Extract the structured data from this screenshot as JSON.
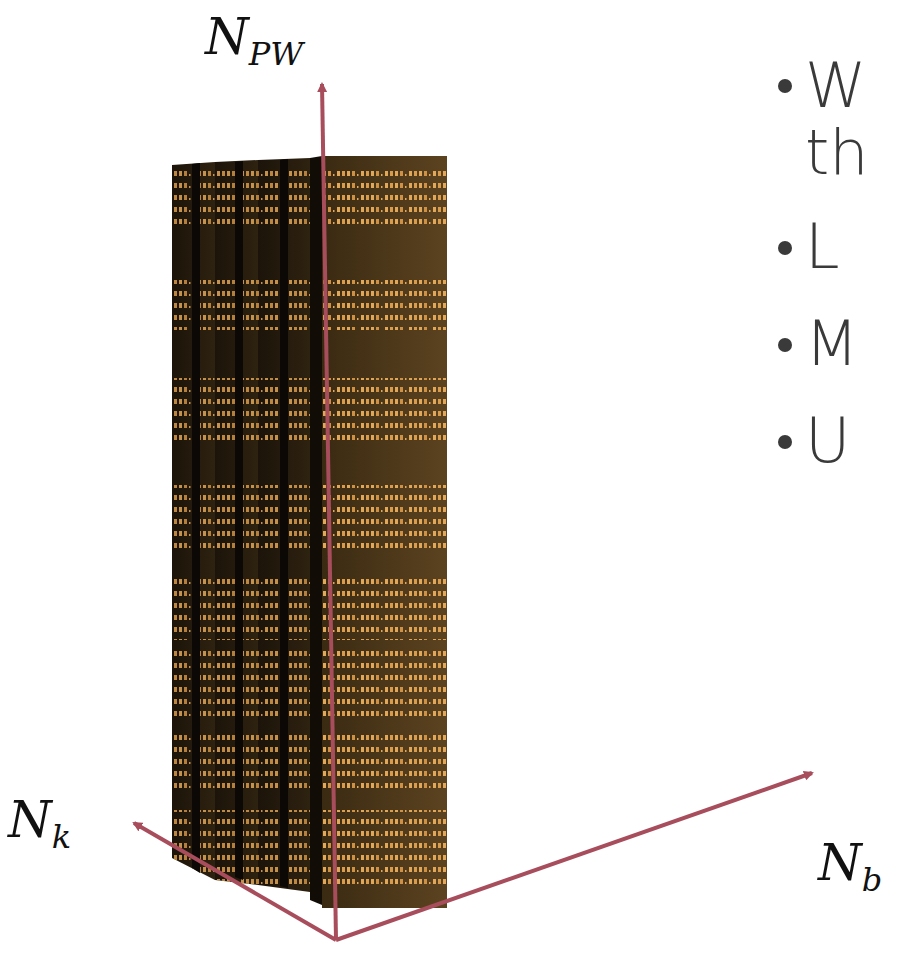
{
  "diagram": {
    "labels": [
      "N",
      "PW",
      "N",
      "k",
      "N",
      "b",
      "W",
      "th",
      "L",
      "M",
      "U"
    ]
  }
}
